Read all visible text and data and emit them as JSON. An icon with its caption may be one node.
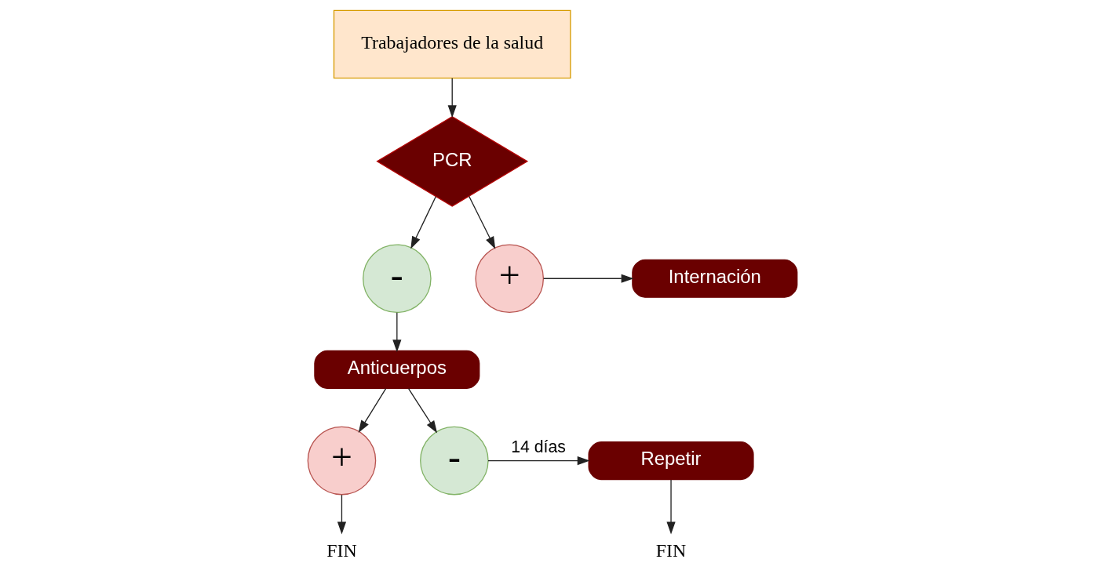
{
  "diagram": {
    "nodes": [
      {
        "text": [
          "Trabajadores de la salud"
        ]
      },
      {
        "text": [
          "PCR"
        ]
      },
      {
        "text": [
          "-"
        ]
      },
      {
        "text": [
          "+"
        ]
      },
      {
        "text": [
          "Internación"
        ]
      },
      {
        "text": [
          "Anticuerpos"
        ]
      },
      {
        "text": [
          "+"
        ]
      },
      {
        "text": [
          "-"
        ]
      },
      {
        "text": [
          "Repetir"
        ]
      },
      {
        "text": [
          "FIN"
        ]
      },
      {
        "text": [
          "FIN"
        ]
      }
    ],
    "edges": [
      {
        "from": 0,
        "to": 1,
        "arrow": "to"
      },
      {
        "from": 1,
        "to": 2,
        "arrow": "to"
      },
      {
        "from": 1,
        "to": 3,
        "arrow": "to"
      },
      {
        "from": 3,
        "to": 4,
        "arrow": "to"
      },
      {
        "from": 2,
        "to": 5,
        "arrow": "to"
      },
      {
        "from": 5,
        "to": 6,
        "arrow": "to"
      },
      {
        "from": 5,
        "to": 7,
        "arrow": "to"
      },
      {
        "from": 7,
        "to": 8,
        "arrow": "to",
        "label": "14 días"
      },
      {
        "from": 6,
        "to": 9,
        "arrow": "to"
      },
      {
        "from": 8,
        "to": 10,
        "arrow": "to"
      }
    ]
  }
}
